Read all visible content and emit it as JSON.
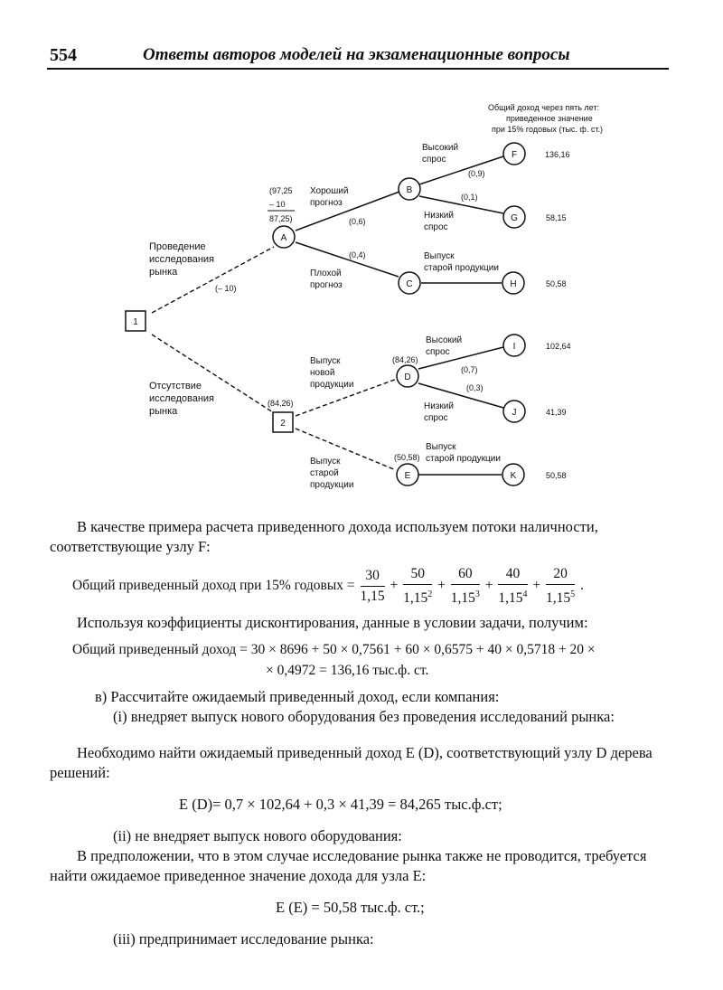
{
  "header": {
    "page_number": "554",
    "title": "Ответы авторов моделей на экзаменационные вопросы"
  },
  "tree": {
    "result_header": [
      "Общий доход через пять лет:",
      "приведенное значение",
      "при 15% годовых (тыс. ф. ст.)"
    ],
    "nodes": {
      "n1": "1",
      "n2": "2",
      "A": "A",
      "B": "B",
      "C": "C",
      "D": "D",
      "E": "E",
      "F": "F",
      "G": "G",
      "H": "H",
      "I": "I",
      "J": "J",
      "K": "K"
    },
    "labels": {
      "conduct_research": [
        "Проведение",
        "исследования",
        "рынка"
      ],
      "cost": "(– 10)",
      "no_research": [
        "Отсутствие",
        "исследования",
        "рынка"
      ],
      "node2_value": "(84,26)",
      "a_calc": [
        "(97,25",
        "– 10",
        "87,25)"
      ],
      "good_forecast": [
        "Хороший",
        "прогноз"
      ],
      "p_good": "(0,6)",
      "p_bad": "(0,4)",
      "bad_forecast": [
        "Плохой",
        "прогноз"
      ],
      "high_demand_b": [
        "Высокий",
        "спрос"
      ],
      "p_b_high": "(0,9)",
      "p_b_low": "(0,1)",
      "low_demand_b": [
        "Низкий",
        "спрос"
      ],
      "old_products_c": [
        "Выпуск",
        "старой продукции"
      ],
      "new_products": [
        "Выпуск",
        "новой",
        "продукции"
      ],
      "d_value": "(84,26)",
      "high_demand_d": [
        "Высокий",
        "спрос"
      ],
      "p_d_high": "(0,7)",
      "p_d_low": "(0,3)",
      "low_demand_d": [
        "Низкий",
        "спрос"
      ],
      "old_products_2": [
        "Выпуск",
        "старой",
        "продукции"
      ],
      "e_value": "(50,58)",
      "old_products_e": [
        "Выпуск",
        "старой продукции"
      ]
    },
    "values": {
      "F": "136,16",
      "G": "58,15",
      "H": "50,58",
      "I": "102,64",
      "J": "41,39",
      "K": "50,58"
    }
  },
  "text": {
    "para1": "В качестве примера расчета приведенного дохода используем потоки наличности, соответствующие узлу F:",
    "formula1_lead": "Общий приведенный доход при 15% годовых =",
    "formula1_terms": [
      {
        "num": "30",
        "den": "1,15",
        "exp": ""
      },
      {
        "num": "50",
        "den": "1,15",
        "exp": "2"
      },
      {
        "num": "60",
        "den": "1,15",
        "exp": "3"
      },
      {
        "num": "40",
        "den": "1,15",
        "exp": "4"
      },
      {
        "num": "20",
        "den": "1,15",
        "exp": "5"
      }
    ],
    "para2": "Используя коэффициенты дисконтирования, данные в условии задачи, получим:",
    "formula2_line1": "Общий приведенный доход = 30 × 8696 + 50 × 0,7561 + 60 × 0,6575 + 40 × 0,5718 + 20 ×",
    "formula2_line2": "× 0,4972 = 136,16 тыс.ф. ст.",
    "item_v": "в) Рассчитайте ожидаемый приведенный доход, если компания:",
    "item_i": "(i) внедряет выпуск нового оборудования без проведения исследований рынка:",
    "para3": "Необходимо найти ожидаемый приведенный доход E (D), соответствующий узлу D дерева решений:",
    "formula3": "E (D)= 0,7 × 102,64 + 0,3 × 41,39 = 84,265 тыс.ф.ст;",
    "item_ii": "(ii) не внедряет выпуск нового оборудования:",
    "para4": "В предположении, что в этом случае исследование рынка также не проводится, требуется найти ожидаемое приведенное значение дохода для узла E:",
    "formula4": "E (E) = 50,58 тыс.ф. ст.;",
    "item_iii": "(iii) предпринимает исследование рынка:"
  }
}
